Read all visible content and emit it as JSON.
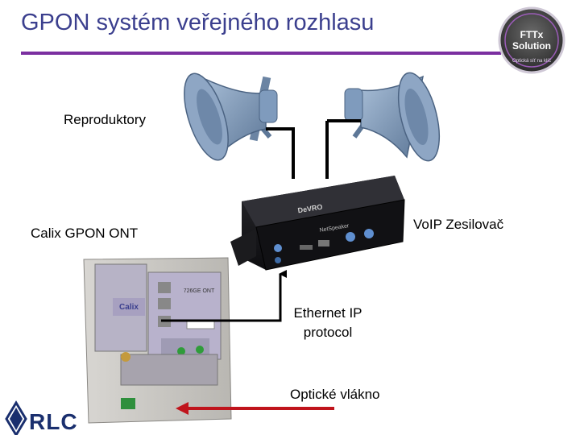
{
  "slide": {
    "title": "GPON systém veřejného rozhlasu",
    "badge": {
      "line1": "FTTx",
      "line2": "Solution",
      "tagline": "Optická síť na klíč"
    },
    "logo": "RLC"
  },
  "diagram": {
    "speakers_label": "Reproduktory",
    "amplifier_label": "VoIP Zesilovač",
    "ont_label": "Calix GPON ONT",
    "ethernet_label": "Ethernet IP protocol",
    "fiber_label": "Optické vlákno",
    "amplifier_brand": "DeVRO",
    "amplifier_model": "NetSpeaker",
    "ont_brand": "Calix",
    "ont_model": "726GE ONT"
  },
  "colors": {
    "title": "#3b3f8e",
    "accent": "#7b2fa0",
    "fiber_arrow": "#c0141c",
    "speaker": "#7f9bbd",
    "logo": "#1a2f6e"
  }
}
